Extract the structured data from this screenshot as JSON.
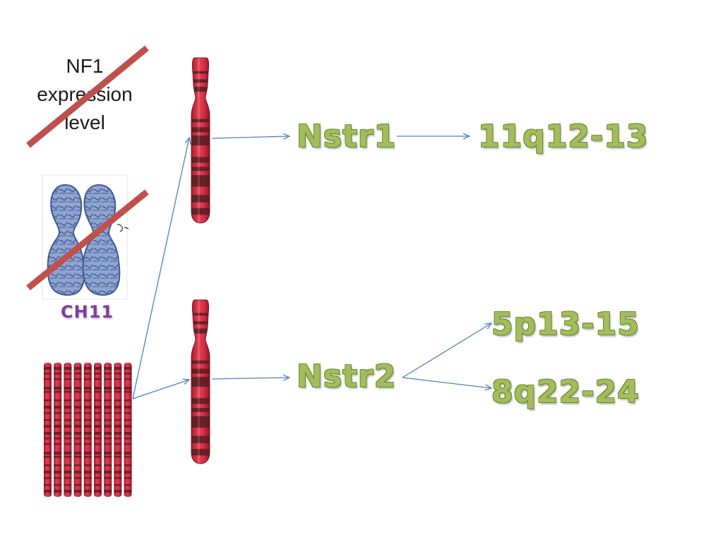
{
  "nf1_label": {
    "line1": "NF1",
    "line2": "expression",
    "line3": "level"
  },
  "chromosome_label": "CH11",
  "nodes": {
    "nstr1": "Nstr1",
    "nstr2": "Nstr2",
    "locus_11q": "11q12-13",
    "locus_5p": "5p13-15",
    "locus_8q": "8q22-24"
  },
  "colors": {
    "label_green": "#a3bd5c",
    "strike_red": "#c0504d",
    "arrow_blue": "#4f81bd",
    "ch11_purple": "#7a3fa0",
    "chromosome_red": "#d62f45",
    "chromosome_dark": "#5a1f24"
  }
}
